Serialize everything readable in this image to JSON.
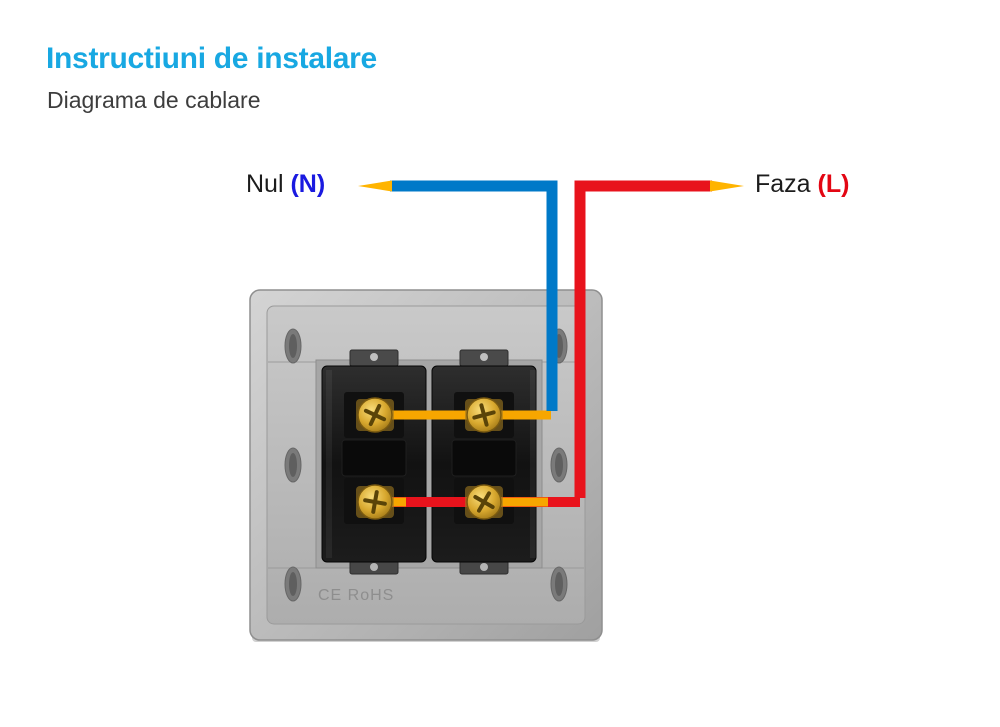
{
  "page": {
    "title": "Instructiuni de instalare",
    "subtitle": "Diagrama de cablare"
  },
  "diagram": {
    "labels": {
      "neutral": {
        "text": "Nul ",
        "symbol": "(N)",
        "symbol_color": "#1a1ae0"
      },
      "line": {
        "text": "Faza ",
        "symbol": "(L)",
        "symbol_color": "#e30613"
      }
    },
    "wires": {
      "neutral_wire_color": "#0079c8",
      "line_wire_color": "#e8131c",
      "terminal_tip_color": "#f7a600"
    },
    "device": {
      "marking": "CE RoHS",
      "frame_color": "#b8b8b8",
      "mechanism_color": "#141414",
      "screw_color": "#d9a92f"
    },
    "colors": {
      "title_accent": "#18a8e2",
      "subtitle_text": "#3d3d3d"
    }
  }
}
